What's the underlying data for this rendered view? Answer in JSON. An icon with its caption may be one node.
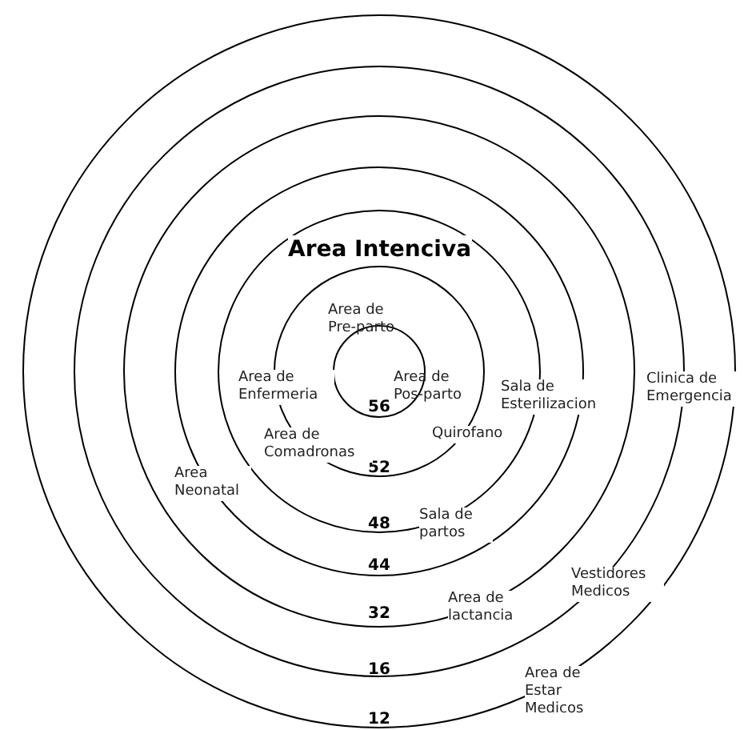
{
  "diagram": {
    "nodes": [
      {
        "text": [
          "12"
        ]
      },
      {
        "text": [
          "16"
        ],
        "in": 0
      },
      {
        "text": [
          "32"
        ],
        "in": 1
      },
      {
        "text": [
          "44"
        ],
        "in": 2
      },
      {
        "text": [
          "48"
        ],
        "in": 3
      },
      {
        "text": [
          "52"
        ],
        "in": 4
      },
      {
        "text": [
          "56"
        ],
        "in": 5
      }
    ],
    "labels": [
      "Area Intenciva",
      "Area de Pre-parto",
      "Area de Enfermeria",
      "Area de Pos-parto",
      "Sala de Esterilizacion",
      "Clinica de Emergencia",
      "Area de Comadronas",
      "Quirofano",
      "Area Neonatal",
      "Sala de partos",
      "Vestidores Medicos",
      "Area de lactancia",
      "Area de Estar Medicos"
    ]
  }
}
